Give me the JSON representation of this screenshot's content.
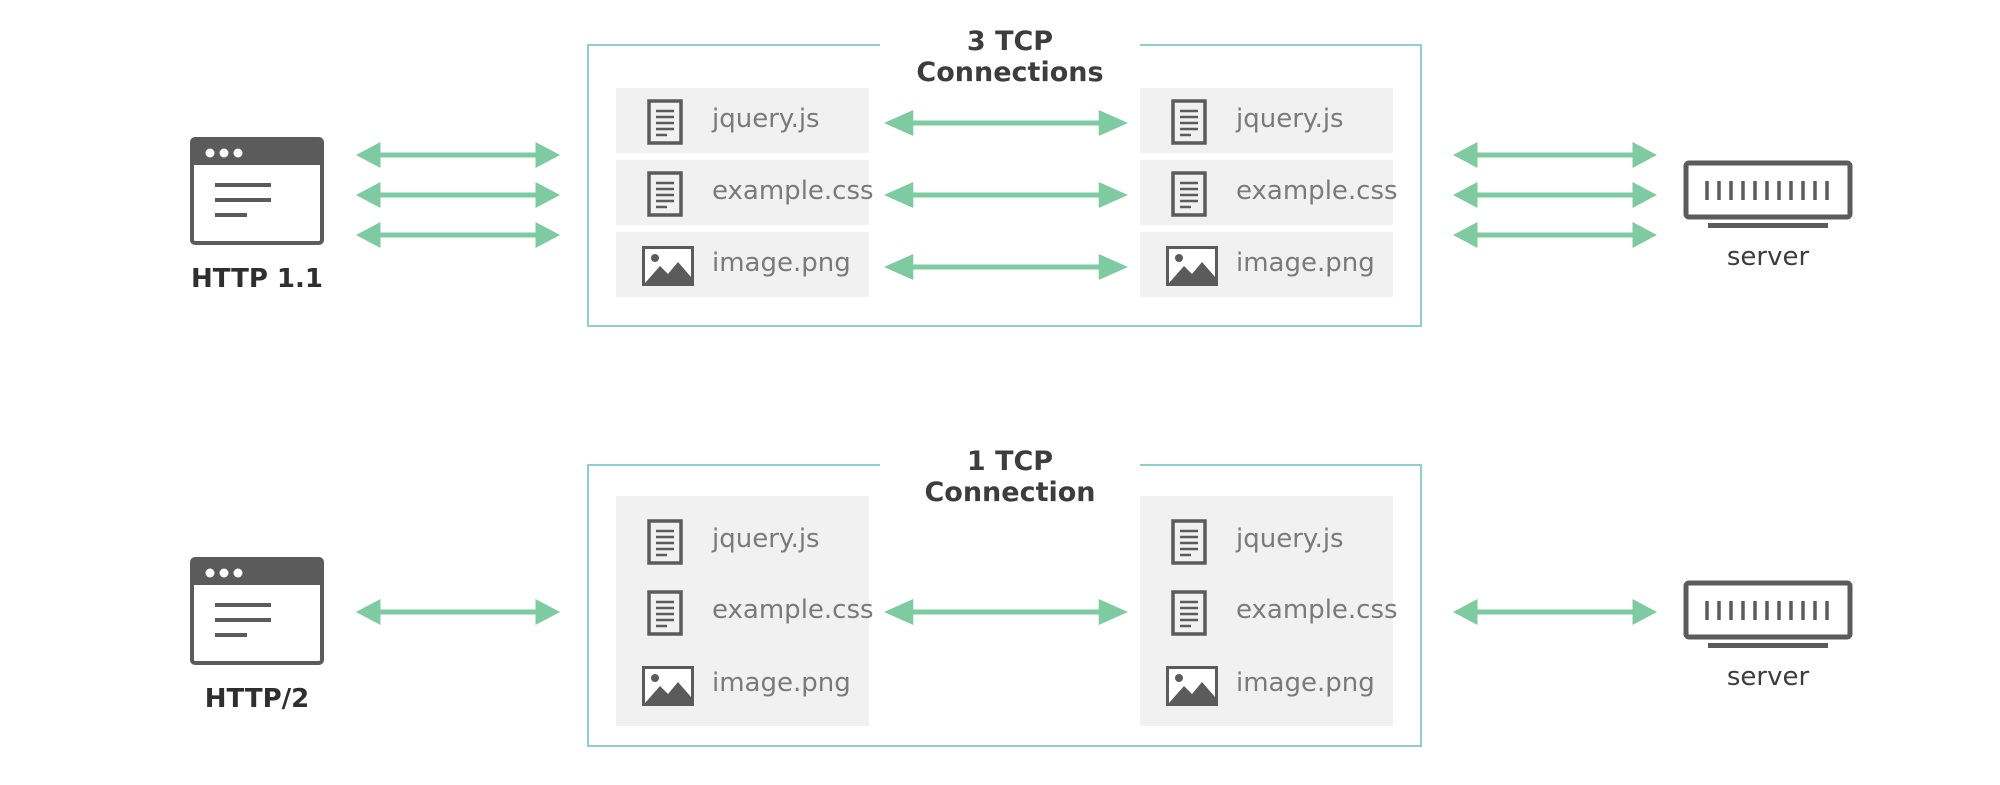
{
  "colors": {
    "arrow": "#7ecba1",
    "frame": "#8fd0cb",
    "icon": "#5b5b5b",
    "file_bg": "#f1f1f1"
  },
  "top": {
    "frame_title": "3 TCP Connections",
    "client_label": "HTTP 1.1",
    "server_label": "server",
    "files": [
      {
        "name": "jquery.js",
        "icon": "document-icon"
      },
      {
        "name": "example.css",
        "icon": "document-icon"
      },
      {
        "name": "image.png",
        "icon": "image-icon"
      }
    ]
  },
  "bottom": {
    "frame_title": "1 TCP Connection",
    "client_label": "HTTP/2",
    "server_label": "server",
    "files": [
      {
        "name": "jquery.js",
        "icon": "document-icon"
      },
      {
        "name": "example.css",
        "icon": "document-icon"
      },
      {
        "name": "image.png",
        "icon": "image-icon"
      }
    ]
  }
}
